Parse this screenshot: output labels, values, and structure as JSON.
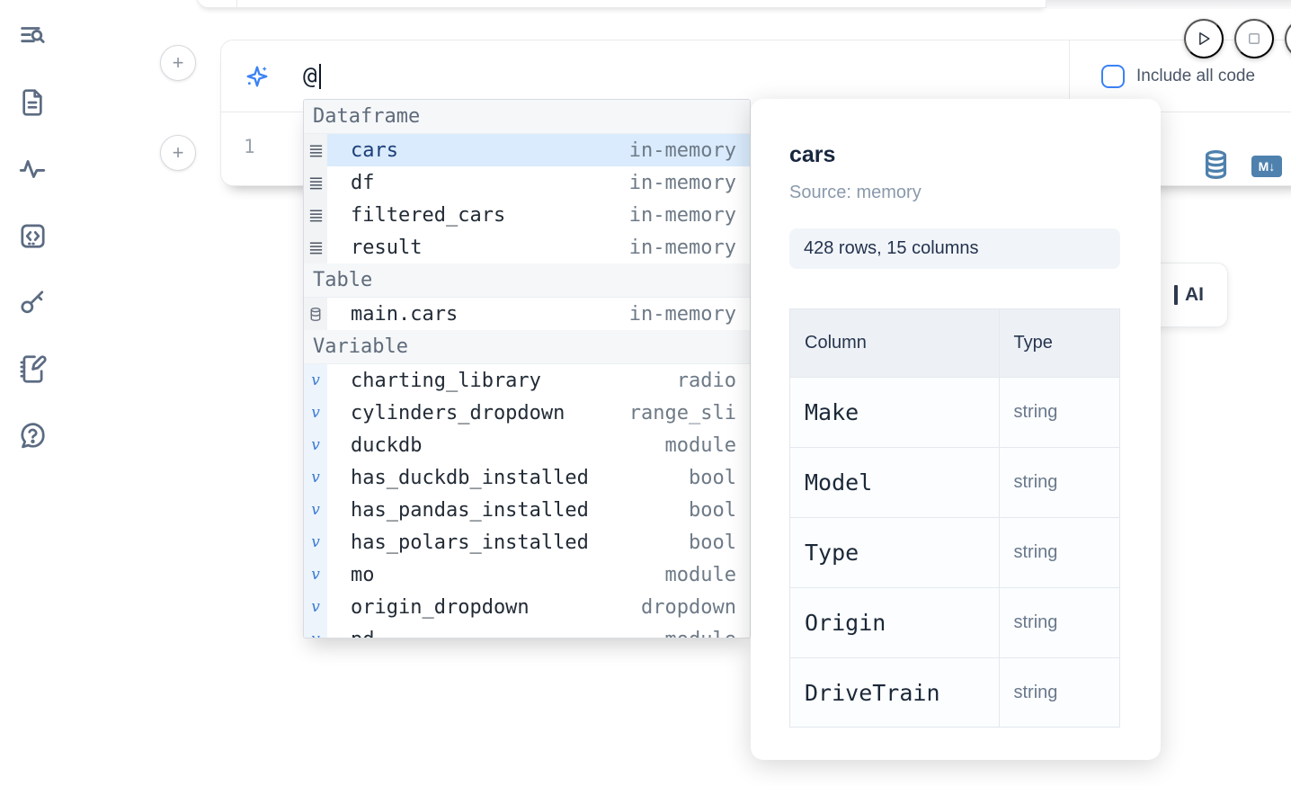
{
  "colors": {
    "accent_blue": "#3b82f6",
    "steel_blue": "#4e81ad",
    "selection_bg": "#d9ebfc",
    "navy_text": "#18263f",
    "muted_text": "#6e7a87"
  },
  "sidebar": {
    "items": [
      {
        "icon": "list-search-icon"
      },
      {
        "icon": "document-icon"
      },
      {
        "icon": "activity-icon"
      },
      {
        "icon": "snippets-icon"
      },
      {
        "icon": "key-icon"
      },
      {
        "icon": "notebook-pen-icon"
      },
      {
        "icon": "help-chat-icon"
      }
    ]
  },
  "toolbar": {
    "include_all_code_label": "Include all code"
  },
  "prompt": {
    "icon": "ai-sparkle-icon",
    "value": "@"
  },
  "editor": {
    "line_number": "1"
  },
  "autocomplete": {
    "sections": [
      {
        "label": "Dataframe",
        "items": [
          {
            "icon": "dataframe-icon",
            "name": "cars",
            "type": "in-memory",
            "selected": true
          },
          {
            "icon": "dataframe-icon",
            "name": "df",
            "type": "in-memory"
          },
          {
            "icon": "dataframe-icon",
            "name": "filtered_cars",
            "type": "in-memory"
          },
          {
            "icon": "dataframe-icon",
            "name": "result",
            "type": "in-memory"
          }
        ]
      },
      {
        "label": "Table",
        "items": [
          {
            "icon": "database-icon",
            "name": "main.cars",
            "type": "in-memory"
          }
        ]
      },
      {
        "label": "Variable",
        "items": [
          {
            "icon": "variable-icon",
            "name": "charting_library",
            "type": "radio"
          },
          {
            "icon": "variable-icon",
            "name": "cylinders_dropdown",
            "type": "range_sli"
          },
          {
            "icon": "variable-icon",
            "name": "duckdb",
            "type": "module"
          },
          {
            "icon": "variable-icon",
            "name": "has_duckdb_installed",
            "type": "bool"
          },
          {
            "icon": "variable-icon",
            "name": "has_pandas_installed",
            "type": "bool"
          },
          {
            "icon": "variable-icon",
            "name": "has_polars_installed",
            "type": "bool"
          },
          {
            "icon": "variable-icon",
            "name": "mo",
            "type": "module"
          },
          {
            "icon": "variable-icon",
            "name": "origin_dropdown",
            "type": "dropdown"
          },
          {
            "icon": "variable-icon",
            "name": "pd",
            "type": "module"
          }
        ]
      }
    ]
  },
  "preview": {
    "title": "cars",
    "source": "Source: memory",
    "stats": "428 rows, 15 columns",
    "table": {
      "headers": [
        "Column",
        "Type"
      ],
      "rows": [
        {
          "name": "Make",
          "type": "string"
        },
        {
          "name": "Model",
          "type": "string"
        },
        {
          "name": "Type",
          "type": "string"
        },
        {
          "name": "Origin",
          "type": "string"
        },
        {
          "name": "DriveTrain",
          "type": "string"
        }
      ]
    }
  },
  "ai_button": {
    "label": "AI"
  }
}
